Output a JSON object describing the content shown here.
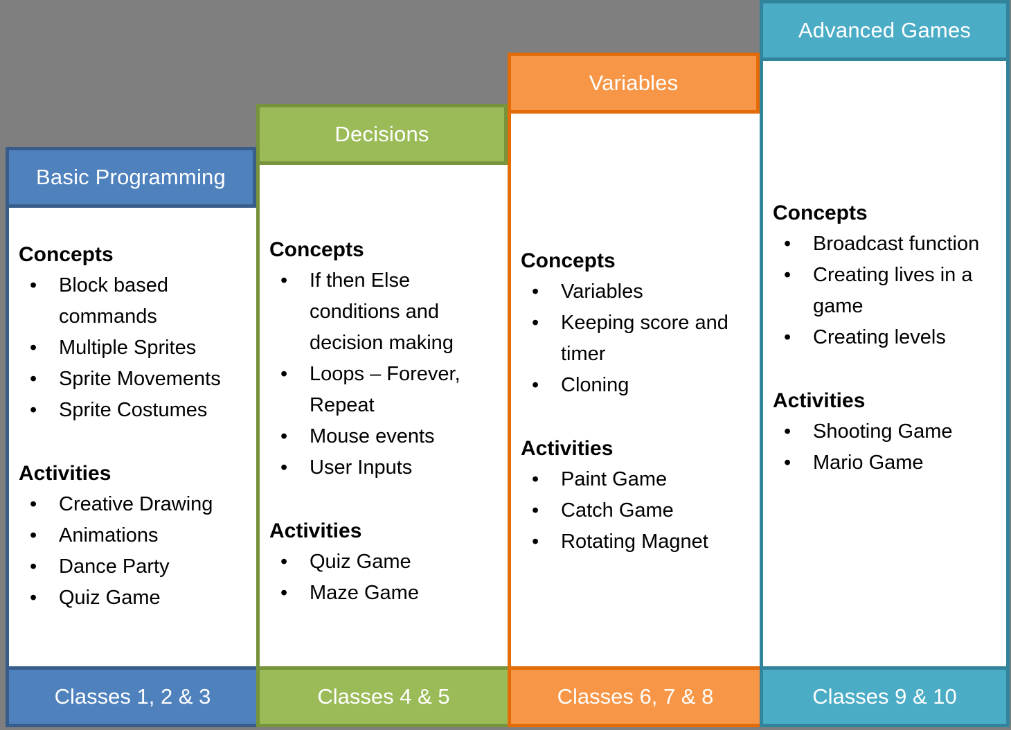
{
  "page": {
    "background": "#7F7F7F"
  },
  "bullet_char": "•",
  "columns": [
    {
      "title": "Basic Programming",
      "classes_label": "Classes 1, 2 & 3",
      "fill_color": "#4F81BD",
      "border_color": "#385D8A",
      "sections": [
        {
          "heading": "Concepts",
          "items": [
            "Block based commands",
            "Multiple Sprites",
            "Sprite Movements",
            "Sprite Costumes"
          ]
        },
        {
          "heading": "Activities",
          "items": [
            "Creative Drawing",
            "Animations",
            "Dance Party",
            "Quiz Game"
          ]
        }
      ]
    },
    {
      "title": "Decisions",
      "classes_label": "Classes 4 & 5",
      "fill_color": "#9BBB59",
      "border_color": "#77933C",
      "sections": [
        {
          "heading": "Concepts",
          "items": [
            "If then Else conditions and decision making",
            "Loops – Forever, Repeat",
            "Mouse events",
            "User Inputs"
          ]
        },
        {
          "heading": "Activities",
          "items": [
            "Quiz Game",
            "Maze Game"
          ]
        }
      ]
    },
    {
      "title": "Variables",
      "classes_label": "Classes 6, 7 & 8",
      "fill_color": "#F79646",
      "border_color": "#E36C09",
      "sections": [
        {
          "heading": "Concepts",
          "items": [
            "Variables",
            "Keeping score and timer",
            "Cloning"
          ]
        },
        {
          "heading": "Activities",
          "items": [
            "Paint Game",
            "Catch Game",
            "Rotating Magnet"
          ]
        }
      ]
    },
    {
      "title": "Advanced Games",
      "classes_label": "Classes 9 & 10",
      "fill_color": "#4BACC6",
      "border_color": "#31849B",
      "sections": [
        {
          "heading": "Concepts",
          "items": [
            "Broadcast function",
            "Creating lives in a game",
            "Creating levels"
          ]
        },
        {
          "heading": "Activities",
          "items": [
            "Shooting Game",
            "Mario Game"
          ]
        }
      ]
    }
  ]
}
